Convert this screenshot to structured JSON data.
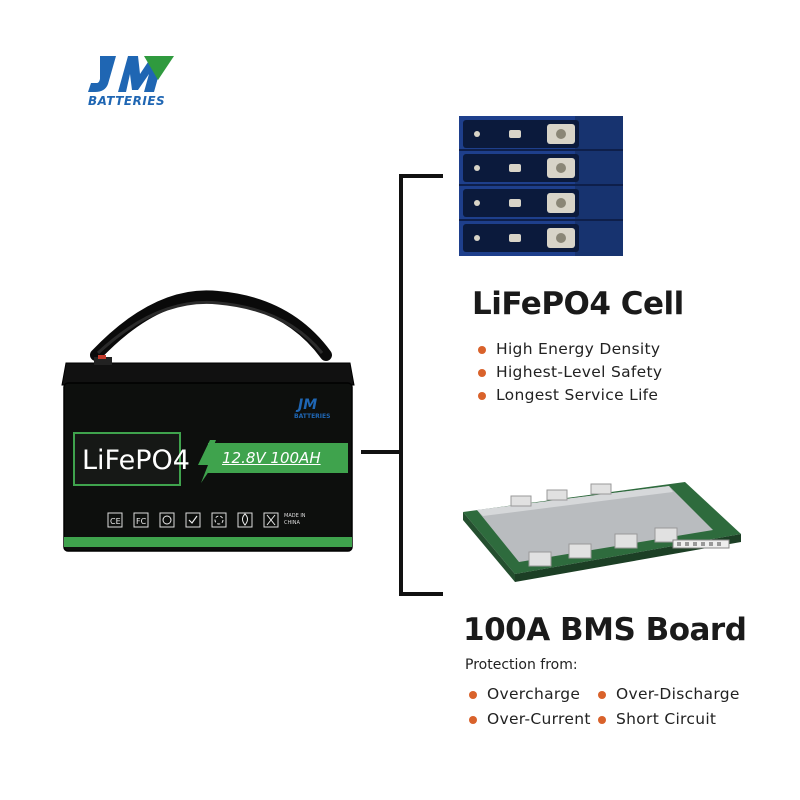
{
  "logo": {
    "mark": "JM",
    "subtitle": "BATTERIES",
    "colors": {
      "blue": "#1f66b3",
      "green": "#2f9a3e"
    }
  },
  "battery": {
    "brand_mark": "JM",
    "brand_sub": "BATTERIES",
    "chemistry": "LiFePO4",
    "rating": "12.8V 100AH",
    "made_in": "MADE IN CHINA",
    "certifications": [
      "CE",
      "FC",
      "recycle-icon",
      "check-icon",
      "recycle-arrows-icon",
      "flame-icon",
      "bin-icon"
    ],
    "colors": {
      "body": "#0d0f0d",
      "label_green": "#3fa34d"
    }
  },
  "cell_section": {
    "title": "LiFePO4 Cell",
    "features": [
      "High Energy Density",
      "Highest-Level Safety",
      "Longest Service Life"
    ]
  },
  "bms_section": {
    "title": "100A BMS Board",
    "protection_label": "Protection from:",
    "protections": [
      "Overcharge",
      "Over-Discharge",
      "Over-Current",
      "Short Circuit"
    ]
  },
  "colors": {
    "bullet": "#d9622b",
    "cell_blue": "#1e3f8c"
  }
}
